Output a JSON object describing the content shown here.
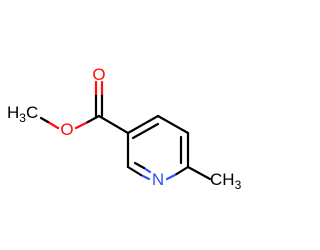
{
  "molecule": {
    "atoms": {
      "carbonyl_oxygen": "O",
      "ester_oxygen": "O",
      "ring_nitrogen": "N",
      "ester_methyl_h": "H",
      "ester_methyl_sub": "3",
      "ester_methyl_c": "C",
      "ring_methyl_c": "C",
      "ring_methyl_h": "H",
      "ring_methyl_sub": "3"
    },
    "colors": {
      "bond": "#000000",
      "oxygen": "#ff0d0d",
      "nitrogen": "#3050f8",
      "carbon_label": "#000000"
    }
  }
}
